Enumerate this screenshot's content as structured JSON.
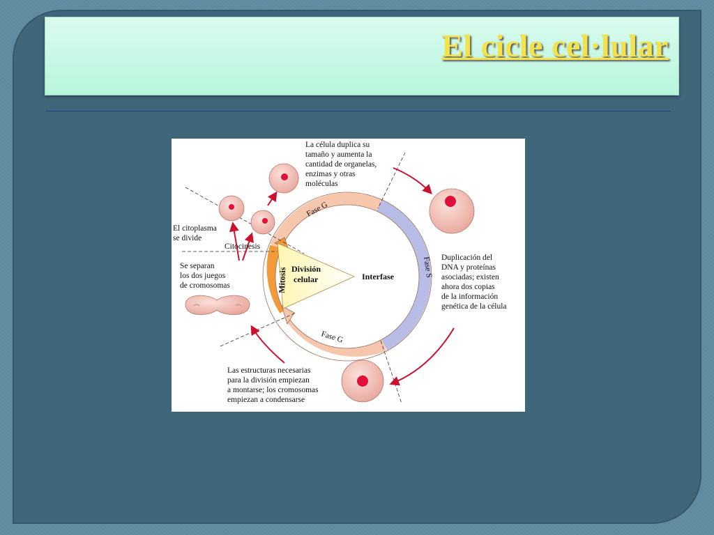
{
  "slide": {
    "title": "El cicle cel·lular"
  },
  "diagram": {
    "interfase": "Interfase",
    "division": [
      "División",
      "celular"
    ],
    "mitosis": "Mitosis",
    "citocinesis": "Citocinesis",
    "fase_g_top": "Fase G",
    "fase_s": "Fase S",
    "fase_g_bottom": "Fase G",
    "note_top": [
      "La célula duplica su",
      "tamaño y aumenta la",
      "cantidad de organelas,",
      "enzimas y otras",
      "moléculas"
    ],
    "note_right": [
      "Duplicación del",
      "DNA y proteínas",
      "asociadas; existen",
      "ahora dos copias",
      "de la información",
      "genética de la célula"
    ],
    "note_bottom": [
      "Las estructuras necesarias",
      "para la división empiezan",
      "a montarse; los cromosomas",
      "empiezan a condensarse"
    ],
    "note_cyto": [
      "El citoplasma",
      "se divide"
    ],
    "note_chrom": [
      "Se separan",
      "los dos juegos",
      "de cromosomas"
    ]
  },
  "colors": {
    "fase_g": "#f6c7ad",
    "fase_s": "#b7bde6",
    "mitosis": "#f29a3a",
    "cell": "#f2b7ad",
    "nucleus": "#e0103a",
    "arrow": "#cc1030"
  }
}
